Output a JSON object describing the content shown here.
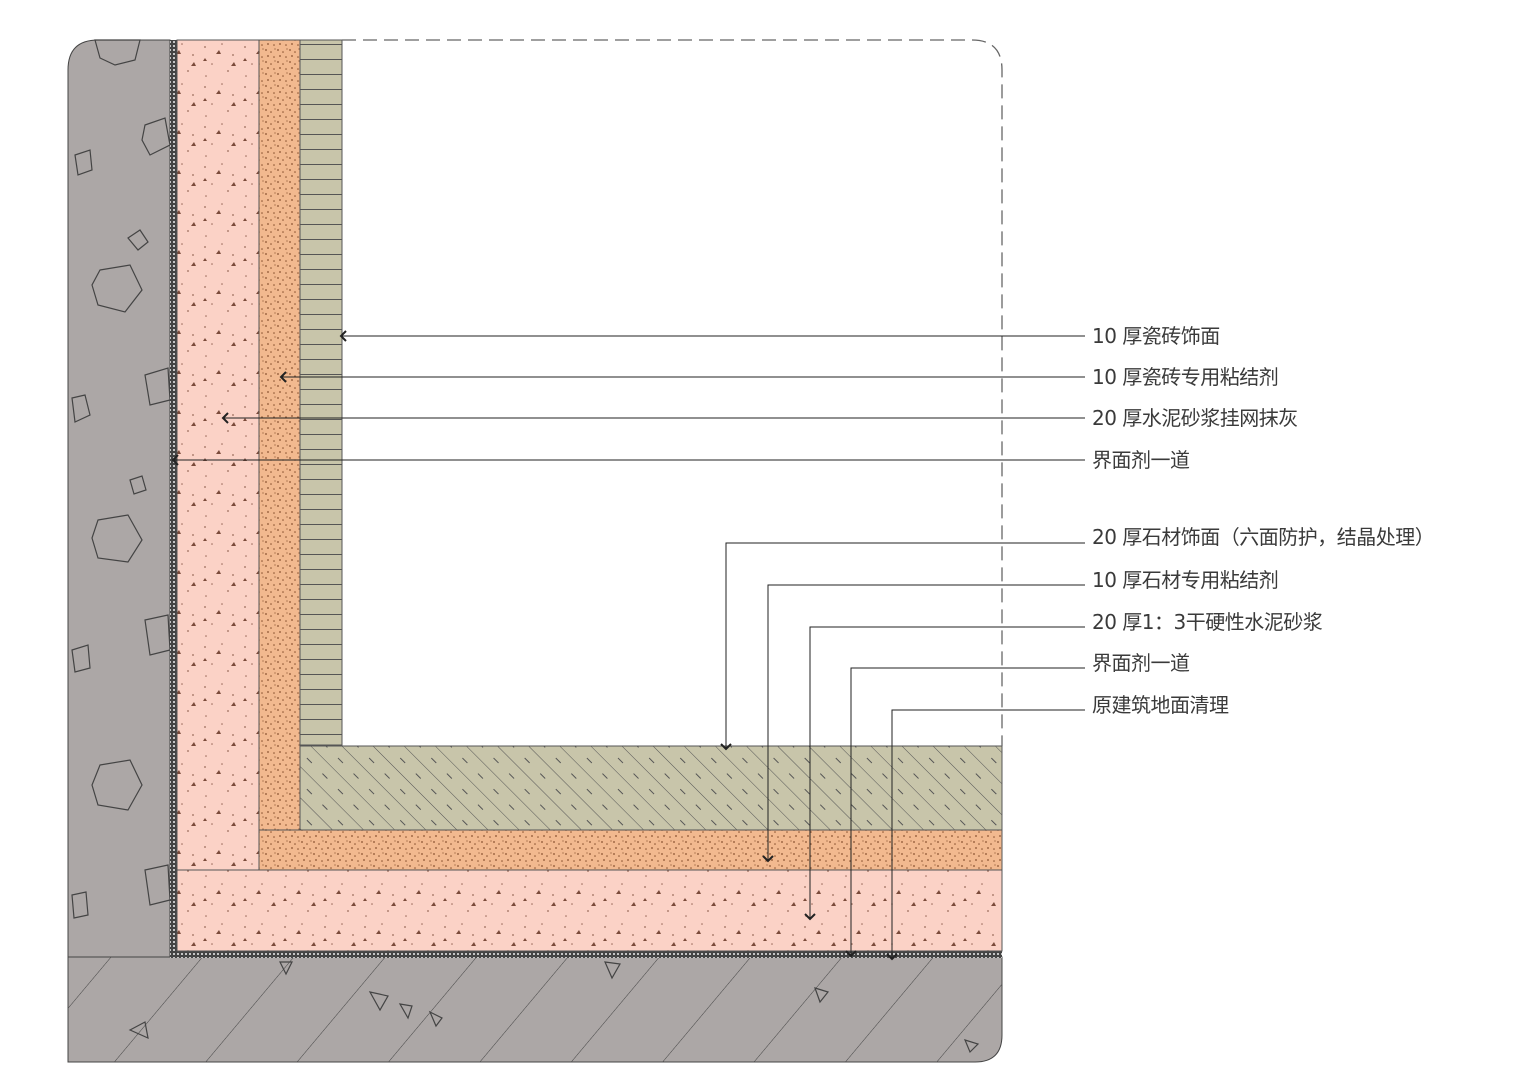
{
  "wall_labels": [
    "10 厚瓷砖饰面",
    "10 厚瓷砖专用粘结剂",
    "20 厚水泥砂浆挂网抹灰",
    "界面剂一道"
  ],
  "floor_labels": [
    "20 厚石材饰面（六面防护，结晶处理）",
    "10 厚石材专用粘结剂",
    "20 厚1：3干硬性水泥砂浆",
    "界面剂一道",
    "原建筑地面清理"
  ],
  "colors": {
    "concrete": "#aca7a6",
    "mortar": "#fbd2c6",
    "adhesive": "#f2b98f",
    "tile": "#c8c5aa",
    "stone": "#c8c5aa",
    "line": "#333333"
  }
}
